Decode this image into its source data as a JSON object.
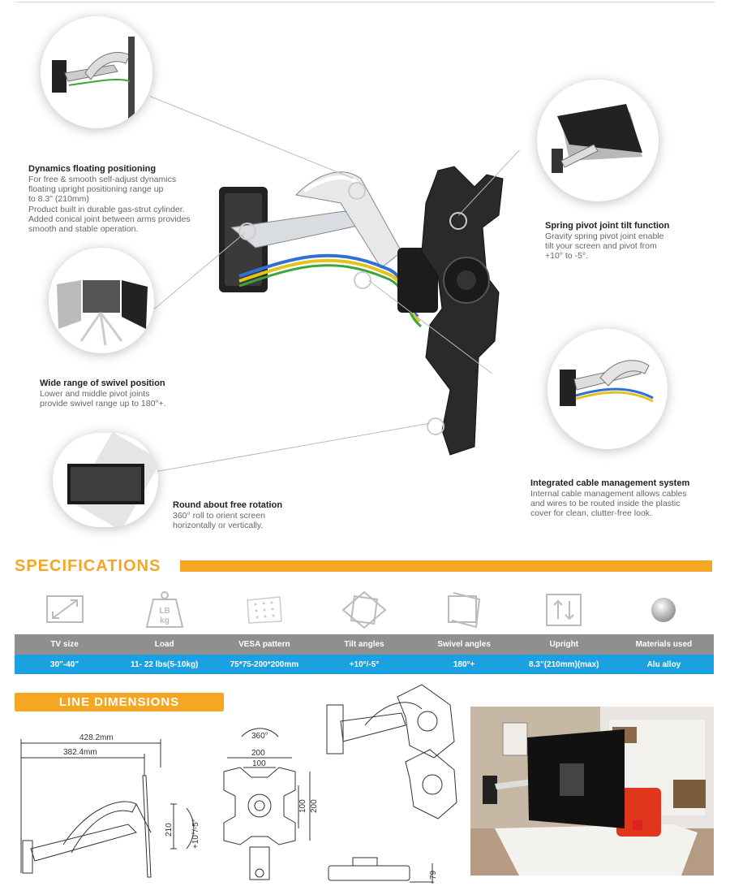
{
  "features": [
    {
      "title": "Dynamics floating positioning",
      "desc": [
        "For free & smooth self-adjust dynamics",
        "floating upright positioning range up",
        "to 8.3\" (210mm)",
        "Product built in durable gas-strut cylinder.",
        "Added conical joint between arms provides",
        "smooth and stable operation."
      ]
    },
    {
      "title": "Spring pivot joint tilt function",
      "desc": [
        "Gravity spring pivot joint enable",
        "tilt your screen and pivot from",
        "+10° to -5°."
      ]
    },
    {
      "title": "Wide range of swivel position",
      "desc": [
        "Lower and middle pivot joints",
        "provide swivel range up to 180°+."
      ]
    },
    {
      "title": "Integrated cable management system",
      "desc": [
        "Internal cable management allows cables",
        "and wires to be routed inside the plastic",
        "cover for clean, clutter-free look."
      ]
    },
    {
      "title": "Round about free rotation",
      "desc": [
        "360° roll to orient screen",
        "horizontally or vertically."
      ]
    }
  ],
  "specifications": {
    "title": "SPECIFICATIONS",
    "weight_icon": {
      "line1": "LB",
      "line2": "kg"
    },
    "headers": [
      "TV size",
      "Load",
      "VESA pattern",
      "Tilt angles",
      "Swivel angles",
      "Upright",
      "Materials used"
    ],
    "values": [
      "30\"-40\"",
      "11- 22 lbs(5-10kg)",
      "75*75-200*200mm",
      "+10°/-5°",
      "180°+",
      "8.3\"(210mm)(max)",
      "Alu  alloy"
    ]
  },
  "dimensions": {
    "title": "LINE DIMENSIONS",
    "side_total": "428.2mm",
    "side_inner": "382.4mm",
    "upright": "210",
    "tilt": "+10°/-5°",
    "rotation": "360°",
    "vesa_outer_w": "200",
    "vesa_inner_w": "100",
    "vesa_inner_h": "100",
    "vesa_outer_h": "200",
    "plate_depth": "79"
  },
  "colors": {
    "accent": "#f5a623",
    "table_header": "#8f8f8f",
    "table_values": "#1ba1e2"
  }
}
